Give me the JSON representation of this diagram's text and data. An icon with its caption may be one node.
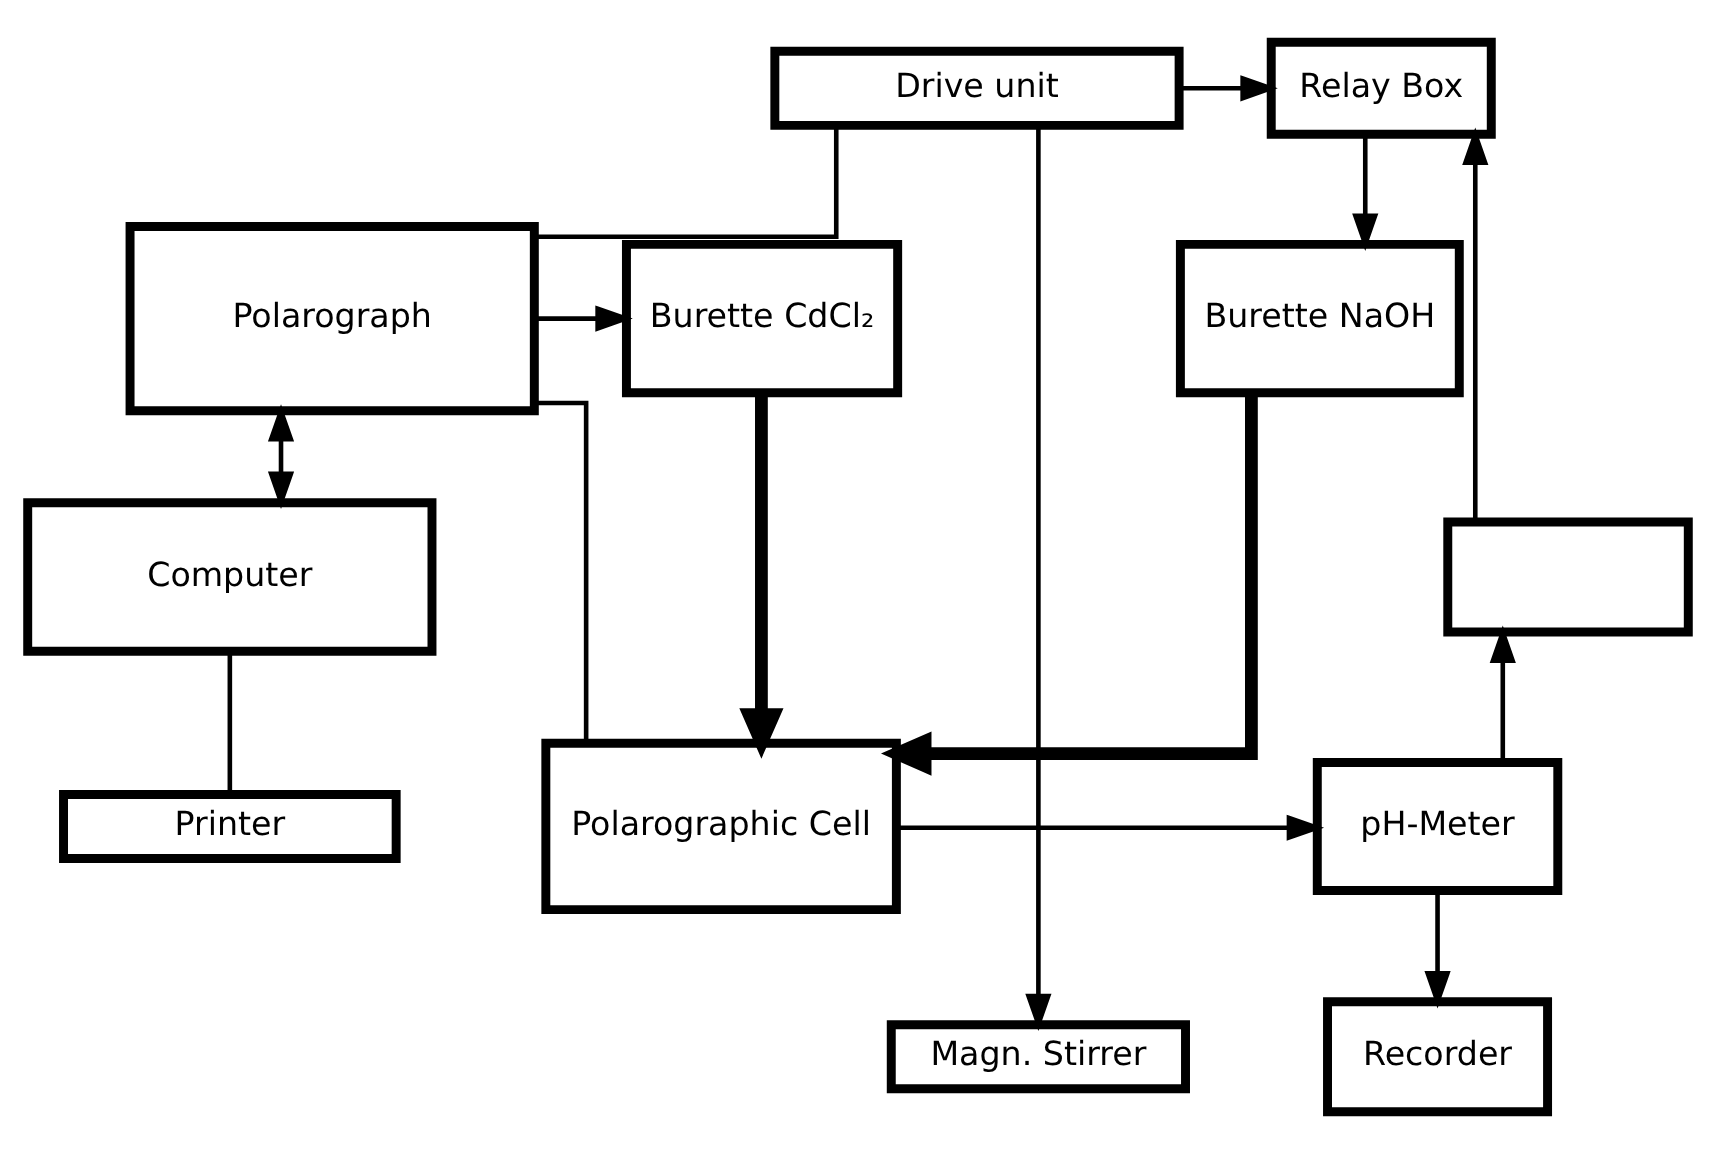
{
  "diagram": {
    "nodes": [
      {
        "text": [
          "Drive unit"
        ]
      },
      {
        "text": [
          "Relay Box"
        ]
      },
      {
        "text": [
          "Polarograph"
        ]
      },
      {
        "text": [
          "Burette CdCl₂"
        ]
      },
      {
        "text": [
          "Burette NaOH"
        ]
      },
      {
        "text": [],
        "shape": "box"
      },
      {
        "text": [
          "Computer"
        ]
      },
      {
        "text": [
          "Printer"
        ]
      },
      {
        "text": [
          "Polarographic Cell"
        ]
      },
      {
        "text": [
          "pH-Meter"
        ]
      },
      {
        "text": [
          "Recorder"
        ]
      },
      {
        "text": [
          "Magn. Stirrer"
        ]
      }
    ],
    "edges": [
      {
        "from": 0,
        "to": 1,
        "arrow": "to"
      },
      {
        "from": 0,
        "to": 11,
        "arrow": "to"
      },
      {
        "from": 0,
        "to": 2,
        "arrow": "none"
      },
      {
        "from": 2,
        "to": 3,
        "arrow": "to"
      },
      {
        "from": 2,
        "to": 6,
        "arrow": "both"
      },
      {
        "from": 6,
        "to": 7,
        "arrow": "none"
      },
      {
        "from": 2,
        "to": 8,
        "arrow": "none"
      },
      {
        "from": 3,
        "to": 8,
        "arrow": "to",
        "style": "thick"
      },
      {
        "from": 4,
        "to": 8,
        "arrow": "to",
        "style": "thick"
      },
      {
        "from": 1,
        "to": 4,
        "arrow": "to"
      },
      {
        "from": 8,
        "to": 9,
        "arrow": "to"
      },
      {
        "from": 9,
        "to": 5,
        "arrow": "to"
      },
      {
        "from": 5,
        "to": 1,
        "arrow": "to"
      },
      {
        "from": 9,
        "to": 10,
        "arrow": "to"
      }
    ]
  }
}
